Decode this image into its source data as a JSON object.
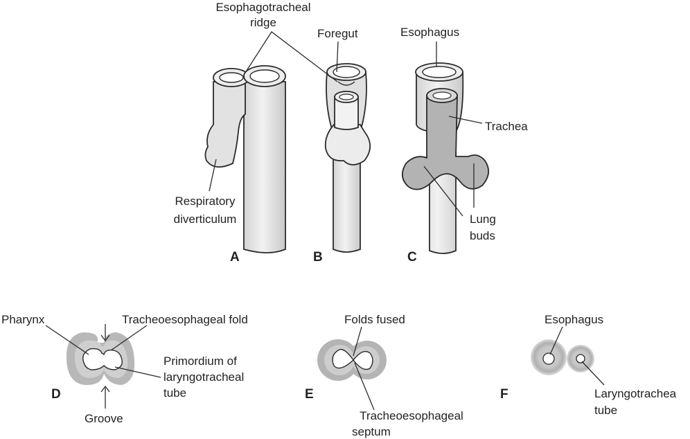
{
  "labels": {
    "esophagotracheal_ridge_1": "Esophagotracheal",
    "esophagotracheal_ridge_2": "ridge",
    "foregut": "Foregut",
    "esophagus_top": "Esophagus",
    "trachea": "Trachea",
    "respiratory_1": "Respiratory",
    "respiratory_2": "diverticulum",
    "lung_buds_1": "Lung",
    "lung_buds_2": "buds",
    "pharynx": "Pharynx",
    "tracheoesophageal_fold": "Tracheoesophageal fold",
    "primordium_1": "Primordium of",
    "primordium_2": "laryngotracheal",
    "primordium_3": "tube",
    "groove": "Groove",
    "folds_fused": "Folds fused",
    "septum_1": "Tracheoesophageal",
    "septum_2": "septum",
    "esophagus_f": "Esophagus",
    "laryngotracheal_1": "Laryngotrachea",
    "laryngotracheal_2": "tube"
  },
  "panels": {
    "a": "A",
    "b": "B",
    "c": "C",
    "d": "D",
    "e": "E",
    "f": "F"
  },
  "colors": {
    "tube_fill": "#e6e6e6",
    "tube_dark": "#cfcfcf",
    "lung_fill": "#b3b3b3",
    "ring": "#a9a9a9",
    "stroke": "#2a2a2a"
  }
}
